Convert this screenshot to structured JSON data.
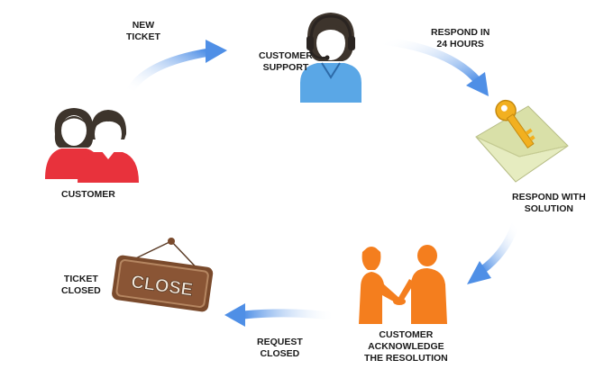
{
  "nodes": {
    "customer": {
      "label_lines": [
        "CUSTOMER"
      ],
      "icon": "two-people-icon"
    },
    "customer_support": {
      "label_lines": [
        "CUSTOMER",
        "SUPPORT"
      ],
      "icon": "headset-agent-icon"
    },
    "respond_with_solution": {
      "label_lines": [
        "RESPOND WITH",
        "SOLUTION"
      ],
      "icon": "envelope-key-icon"
    },
    "customer_acknowledge": {
      "label_lines": [
        "CUSTOMER",
        "ACKNOWLEDGE",
        "THE RESOLUTION"
      ],
      "icon": "handshake-icon"
    },
    "ticket_closed": {
      "label_lines": [
        "TICKET",
        "CLOSED"
      ],
      "icon": "close-sign-icon",
      "sign_text": "CLOSE"
    }
  },
  "arrows": {
    "new_ticket": {
      "label_lines": [
        "NEW",
        "TICKET"
      ]
    },
    "respond_24": {
      "label_lines": [
        "RESPOND IN",
        "24 HOURS"
      ]
    },
    "respond_solution": {
      "label_lines": []
    },
    "request_closed": {
      "label_lines": [
        "REQUEST",
        "CLOSED"
      ]
    }
  },
  "colors": {
    "arrow_blue": "#4f8fe6",
    "customer_red": "#e8323c",
    "support_blue": "#5aa7e6",
    "hair_brown": "#3d342c",
    "orange": "#f47e1e",
    "envelope_green": "#e6ecc0",
    "key_gold": "#f2b020",
    "sign_brown": "#8a5535"
  }
}
